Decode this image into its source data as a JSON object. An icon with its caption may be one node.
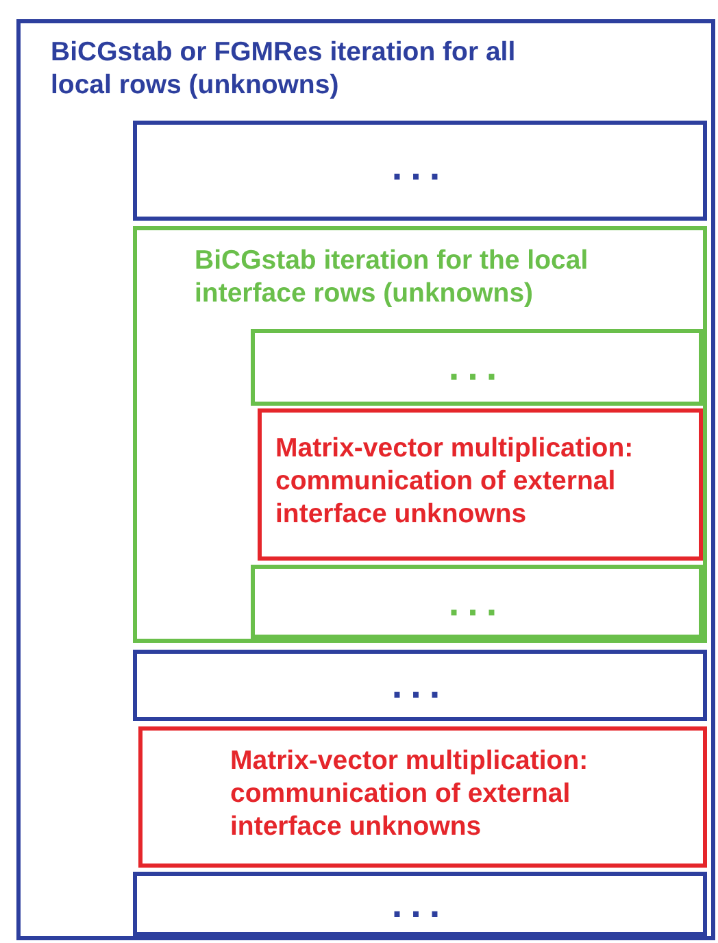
{
  "diagram": {
    "nodes": [
      {
        "text": [
          "BiCGstab or FGMRes iteration for all local rows (unknowns)"
        ]
      },
      {
        "text": [
          "..."
        ],
        "in": 0
      },
      {
        "text": [
          "BiCGstab iteration for the local interface rows (unknowns)"
        ],
        "in": 0
      },
      {
        "text": [
          "..."
        ],
        "in": 2
      },
      {
        "text": [
          "Matrix-vector multiplication: communication of external interface unknowns"
        ],
        "in": 2
      },
      {
        "text": [
          "..."
        ],
        "in": 2
      },
      {
        "text": [
          "..."
        ],
        "in": 0
      },
      {
        "text": [
          "Matrix-vector multiplication: communication of external interface unknowns"
        ],
        "in": 0
      },
      {
        "text": [
          "..."
        ],
        "in": 0
      }
    ]
  }
}
